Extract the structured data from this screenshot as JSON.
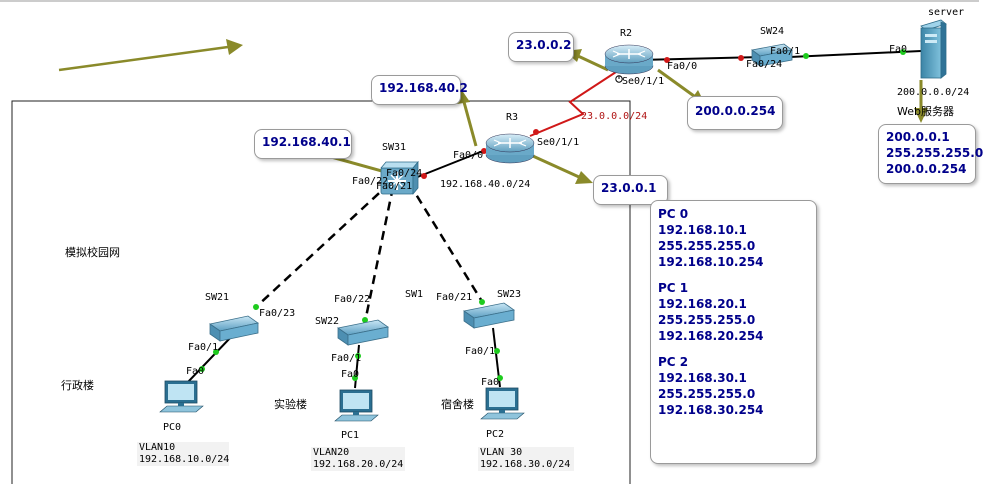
{
  "colors": {
    "arrow": "#8a8a2a",
    "serial_link": "#d01818",
    "note_text": "#00008b",
    "port_green": "#1ecb1e",
    "port_red": "#d01818"
  },
  "zones": {
    "campus": "模拟校园网"
  },
  "devices": {
    "server": {
      "name": "server",
      "caption": "Web服务器"
    },
    "r2": {
      "name": "R2"
    },
    "r3": {
      "name": "R3"
    },
    "sw24": {
      "name": "SW24"
    },
    "sw31": {
      "name": "SW31"
    },
    "sw21": {
      "name": "SW21"
    },
    "sw22": {
      "name": "SW22"
    },
    "sw23": {
      "name": "SW23"
    },
    "sw1": {
      "name": "SW1"
    },
    "pc0": {
      "name": "PC0",
      "building": "行政楼"
    },
    "pc1": {
      "name": "PC1",
      "building": "实验楼"
    },
    "pc2": {
      "name": "PC2",
      "building": "宿舍楼"
    }
  },
  "ports": {
    "r2_se011": "Se0/1/1",
    "r2_fa00": "Fa0/0",
    "sw24_fa024": "Fa0/24",
    "sw24_fa01": "Fa0/1",
    "server_fa0": "Fa0",
    "r3_fa00": "Fa0/0",
    "r3_se011": "Se0/1/1",
    "sw31_fa024": "Fa0/24",
    "sw31_fa022": "Fa0/22",
    "sw31_fa021": "Fa0/21",
    "sw21_fa023": "Fa0/23",
    "sw21_fa01": "Fa0/1",
    "pc0_fa0": "Fa0",
    "sw22_fa022": "Fa0/22",
    "sw22_fa01": "Fa0/1",
    "pc1_fa0": "Fa0",
    "sw23_fa021": "Fa0/21",
    "sw23_fa01": "Fa0/1",
    "pc2_fa0": "Fa0"
  },
  "networks": {
    "server_net": "200.0.0.0/24",
    "serial_net": "23.0.0.0/24",
    "r3_lan": "192.168.40.0/24"
  },
  "vlans": [
    {
      "vlan": "VLAN10",
      "net": "192.168.10.0/24"
    },
    {
      "vlan": "VLAN20",
      "net": "192.168.20.0/24"
    },
    {
      "vlan": "VLAN 30",
      "net": "192.168.30.0/24"
    }
  ],
  "callouts": {
    "r2_serial": "23.0.0.2",
    "r3_serial": "23.0.0.1",
    "r3_lan": "192.168.40.2",
    "sw31": "192.168.40.1",
    "r2_lan": "200.0.0.254",
    "server": [
      "200.0.0.1",
      "255.255.255.0",
      "200.0.0.254"
    ],
    "pcs": [
      {
        "name": "PC 0",
        "lines": [
          "192.168.10.1",
          "255.255.255.0",
          "192.168.10.254"
        ]
      },
      {
        "name": "PC 1",
        "lines": [
          "192.168.20.1",
          "255.255.255.0",
          "192.168.20.254"
        ]
      },
      {
        "name": "PC 2",
        "lines": [
          "192.168.30.1",
          "255.255.255.0",
          "192.168.30.254"
        ]
      }
    ]
  }
}
